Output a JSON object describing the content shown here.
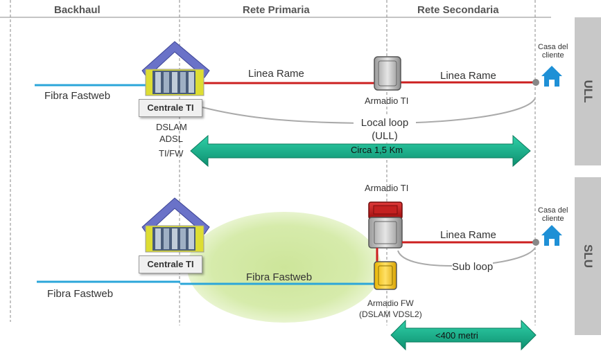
{
  "headers": {
    "backhaul": "Backhaul",
    "primary": "Rete Primaria",
    "secondary": "Rete Secondaria"
  },
  "side_labels": {
    "ull": "ULL",
    "slu": "SLU"
  },
  "ull": {
    "fiber_label": "Fibra Fastweb",
    "central_label": "Centrale TI",
    "central_sub": [
      "DSLAM",
      "ADSL",
      "TI/FW"
    ],
    "copper_left": "Linea Rame",
    "cabinet_label": "Armadio TI",
    "copper_right": "Linea Rame",
    "customer_label": [
      "Casa del",
      "cliente"
    ],
    "loop_label": [
      "Local loop",
      "(ULL)"
    ],
    "distance": "Circa 1,5 Km"
  },
  "slu": {
    "central_label": "Centrale TI",
    "fiber_left_label": "Fibra Fastweb",
    "fiber_mid_label": "Fibra Fastweb",
    "cabinet_ti_label": "Armadio TI",
    "copper_label": "Linea Rame",
    "subloop_label": "Sub loop",
    "customer_label": [
      "Casa del",
      "cliente"
    ],
    "cabinet_fw_label": [
      "Armadio FW",
      "(DSLAM  VDSL2)"
    ],
    "distance": "<400 metri"
  },
  "colors": {
    "copper": "#cc1f1f",
    "fiber": "#2ba6d9",
    "arrow": "#17a884",
    "house": "#1e90d6",
    "roof": "#6a72c8",
    "green_zone": "#cfe6a0"
  }
}
